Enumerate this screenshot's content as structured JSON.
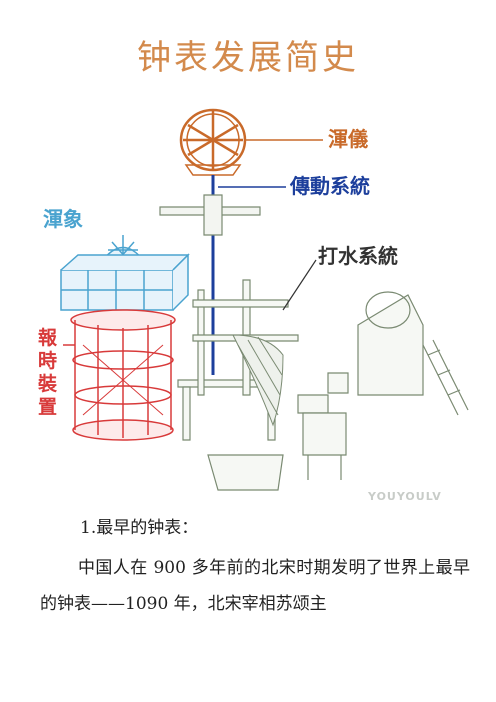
{
  "title": "钟表发展简史",
  "figure": {
    "labels": {
      "hunyi": "渾儀",
      "chuandong": "傳動系統",
      "hunxiang": "渾象",
      "dashui": "打水系統",
      "baoshi": [
        "報",
        "時",
        "裝",
        "置"
      ]
    },
    "watermark": "YOUYOULV",
    "colors": {
      "hunyi": "#c96a2a",
      "chuandong": "#1d3f9c",
      "hunxiang": "#4aa3cf",
      "dashui": "#333333",
      "baoshi": "#d83a3a",
      "tower_outline": "#7a8a72"
    }
  },
  "section": {
    "heading": "1.最早的钟表：",
    "paragraph": "中国人在 900 多年前的北宋时期发明了世界上最早的钟表——1090 年，北宋宰相苏颂主"
  }
}
